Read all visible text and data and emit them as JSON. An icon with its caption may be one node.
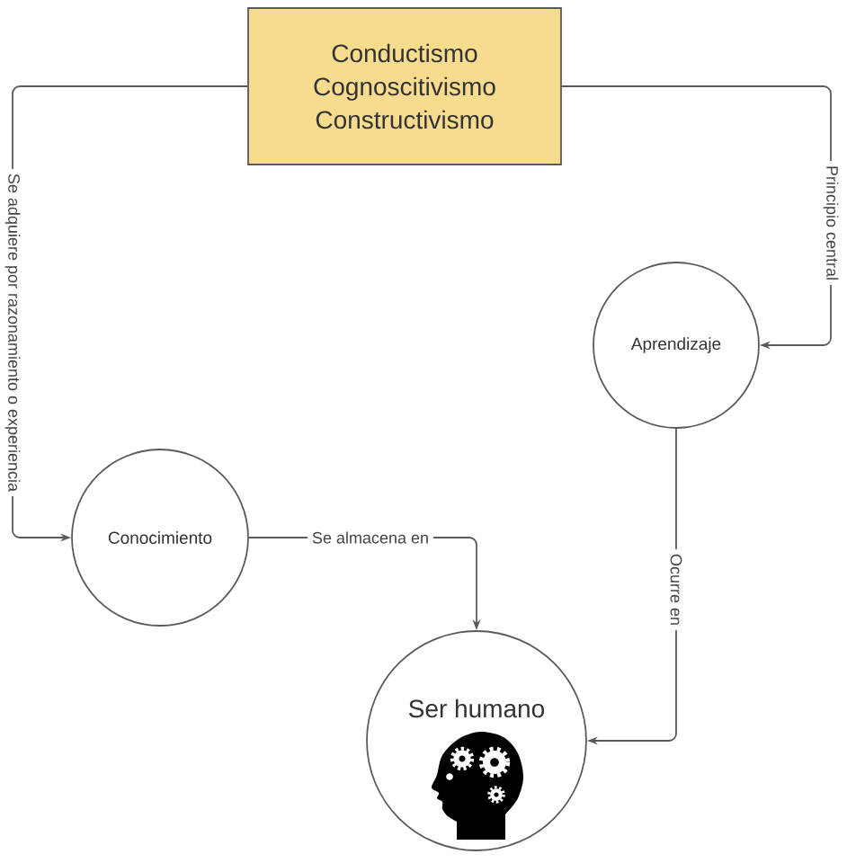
{
  "diagram": {
    "nodes": [
      {
        "text": [
          "Conductismo",
          "Cognoscitivismo",
          "Constructivismo"
        ]
      },
      {
        "text": [
          "Aprendizaje"
        ]
      },
      {
        "text": [
          "Conocimiento"
        ]
      },
      {
        "text": [
          "Ser humano"
        ]
      }
    ],
    "edges": [
      {
        "from": 0,
        "to": 2,
        "arrow": "to",
        "label": "Se adquiere por razonamiento o experiencia"
      },
      {
        "from": 0,
        "to": 1,
        "arrow": "to",
        "label": "Principio central"
      },
      {
        "from": 2,
        "to": 3,
        "arrow": "to",
        "label": "Se almacena en"
      },
      {
        "from": 1,
        "to": 3,
        "arrow": "to",
        "label": "Ocurre en"
      }
    ]
  }
}
